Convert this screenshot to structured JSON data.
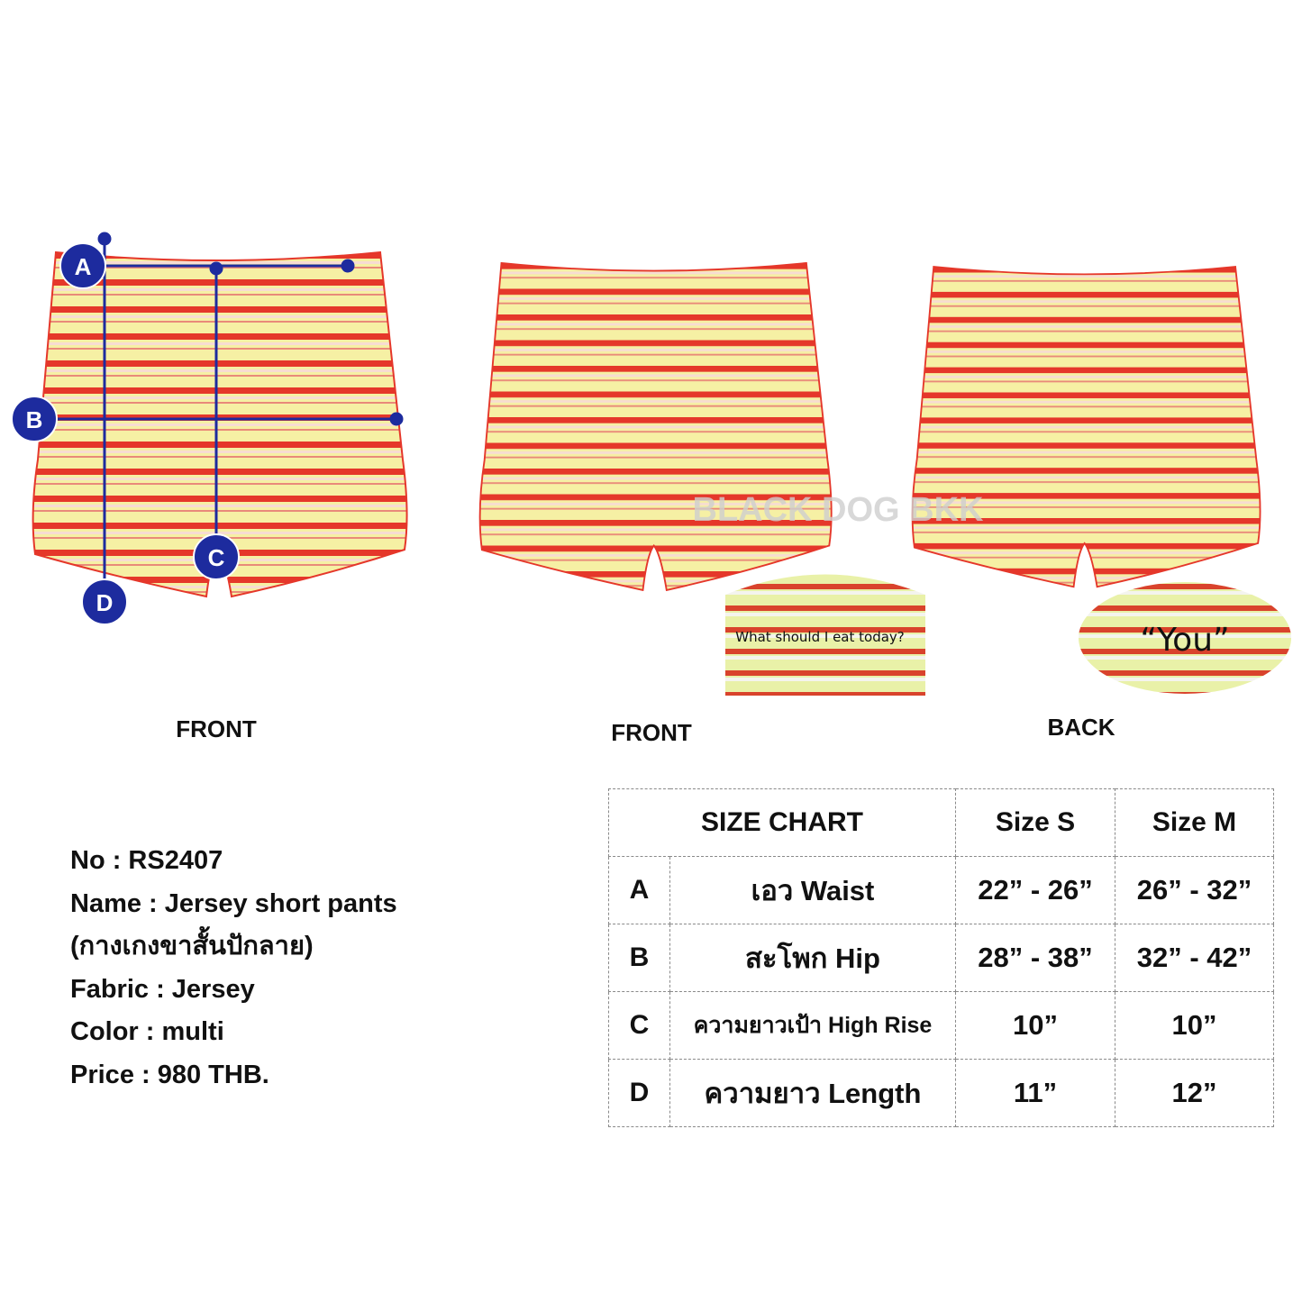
{
  "views": {
    "front_measured_label": "FRONT",
    "front_label": "FRONT",
    "back_label": "BACK"
  },
  "markers": {
    "a": "A",
    "b": "B",
    "c": "C",
    "d": "D"
  },
  "details": {
    "front_embroidery": "What should I eat today?",
    "back_embroidery": "“You”",
    "watermark": "BLACK DOG BKK"
  },
  "product": {
    "no": "No : RS2407",
    "name": "Name : Jersey short pants",
    "name_thai": "(กางเกงขาสั้นปักลาย)",
    "fabric": "Fabric : Jersey",
    "color": "Color : multi",
    "price": "Price : 980 THB."
  },
  "size_chart": {
    "title": "SIZE CHART",
    "columns": [
      "Size S",
      "Size M"
    ],
    "rows": [
      {
        "key": "A",
        "label": "เอว Waist",
        "s": "22” - 26”",
        "m": "26” - 32”"
      },
      {
        "key": "B",
        "label": "สะโพก Hip",
        "s": "28” - 38”",
        "m": "32” - 42”"
      },
      {
        "key": "C",
        "label": "ความยาวเป้า High Rise",
        "s": "10”",
        "m": "10”"
      },
      {
        "key": "D",
        "label": "ความยาว Length",
        "s": "11”",
        "m": "12”"
      }
    ]
  },
  "colors": {
    "measure_blue": "#1d2b9e",
    "stripe_red": "#e5372a",
    "fabric_yellow": "#f6f0a4"
  }
}
